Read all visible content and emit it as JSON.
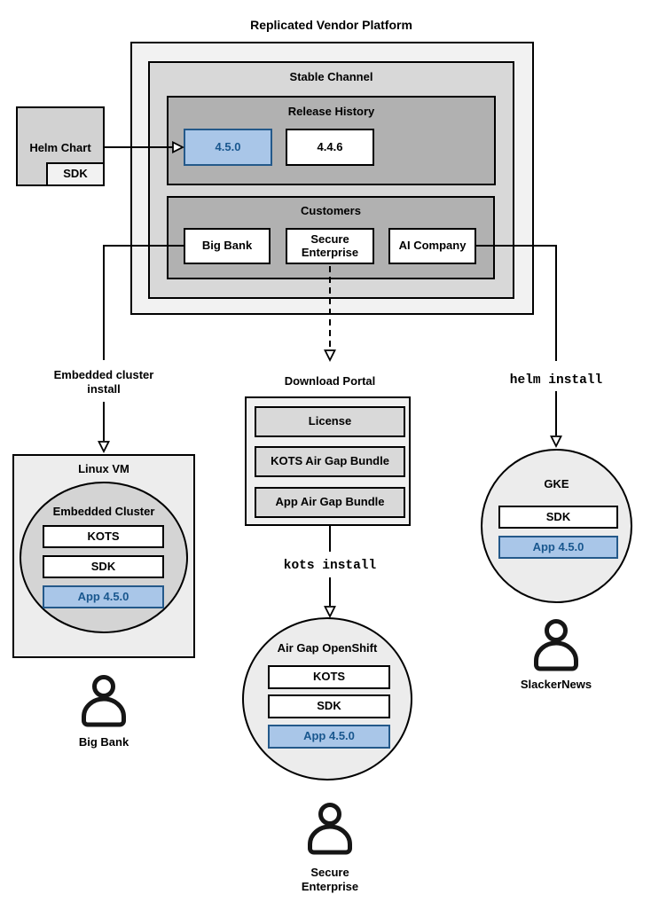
{
  "title": "Replicated Vendor Platform",
  "colors": {
    "highlight_fill": "#a9c6e8",
    "highlight_border": "#24598a",
    "highlight_text": "#19578e"
  },
  "platform": {
    "stable_channel": {
      "label": "Stable Channel"
    },
    "release_history": {
      "label": "Release History",
      "releases": [
        {
          "version": "4.5.0",
          "highlighted": true
        },
        {
          "version": "4.4.6",
          "highlighted": false
        }
      ]
    },
    "customers": {
      "label": "Customers",
      "items": [
        {
          "name": "Big Bank"
        },
        {
          "name": "Secure Enterprise"
        },
        {
          "name": "AI Company"
        }
      ]
    }
  },
  "helm_chart": {
    "label": "Helm Chart",
    "sdk": "SDK"
  },
  "big_bank_flow": {
    "install_label": "Embedded cluster install",
    "vm": {
      "label": "Linux VM"
    },
    "cluster": {
      "label": "Embedded Cluster",
      "components": [
        "KOTS",
        "SDK"
      ],
      "app": "App 4.5.0"
    },
    "persona": "Big Bank"
  },
  "secure_enterprise_flow": {
    "download_portal": {
      "label": "Download Portal",
      "items": [
        "License",
        "KOTS Air Gap Bundle",
        "App Air Gap Bundle"
      ]
    },
    "install_label": "kots install",
    "cluster": {
      "label": "Air Gap OpenShift",
      "components": [
        "KOTS",
        "SDK"
      ],
      "app": "App 4.5.0"
    },
    "persona": "Secure Enterprise"
  },
  "ai_company_flow": {
    "install_label": "helm install",
    "cluster": {
      "label": "GKE",
      "components": [
        "SDK"
      ],
      "app": "App 4.5.0"
    },
    "persona": "SlackerNews"
  }
}
